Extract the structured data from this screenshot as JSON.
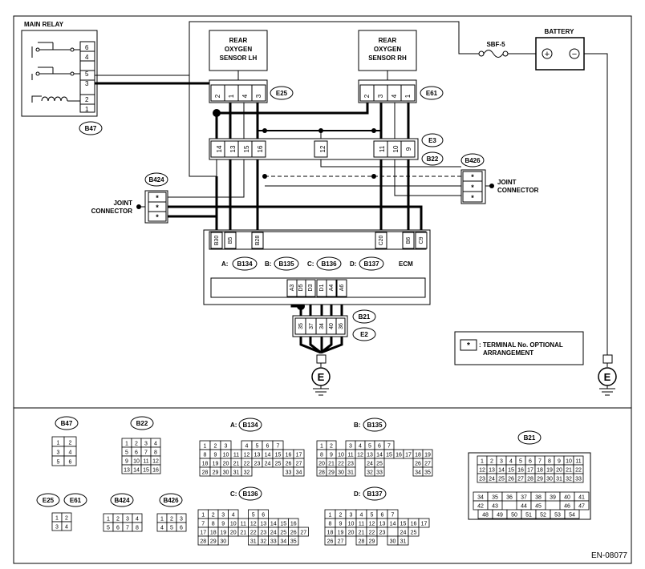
{
  "main_relay": {
    "title": "MAIN RELAY",
    "connector": "B47",
    "pins": [
      "6",
      "4",
      "5",
      "3",
      "2",
      "1"
    ]
  },
  "sensor_lh": {
    "line1": "REAR",
    "line2": "OXYGEN",
    "line3": "SENSOR LH",
    "connector": "E25",
    "pins": [
      "2",
      "1",
      "4",
      "3"
    ]
  },
  "sensor_rh": {
    "line1": "REAR",
    "line2": "OXYGEN",
    "line3": "SENSOR RH",
    "connector": "E61",
    "pins": [
      "2",
      "3",
      "4",
      "1"
    ]
  },
  "fuse": "SBF-5",
  "battery": {
    "label": "BATTERY",
    "plus": "+",
    "minus": "−"
  },
  "e3_connector": {
    "label": "E3",
    "label2": "B22",
    "pins": [
      "14",
      "13",
      "15",
      "16",
      "12",
      "11",
      "10",
      "9"
    ]
  },
  "joint_left": {
    "id": "B424",
    "line1": "JOINT",
    "line2": "CONNECTOR",
    "pins": [
      "*",
      "*",
      "*"
    ]
  },
  "joint_right": {
    "id": "B426",
    "line1": "JOINT",
    "line2": "CONNECTOR",
    "pins": [
      "*",
      "*",
      "*"
    ]
  },
  "ecm": {
    "label": "ECM",
    "top_pins": [
      "B30",
      "B5",
      "B28",
      "C20",
      "B6",
      "C9"
    ],
    "connectors": [
      {
        "letter": "A:",
        "id": "B134"
      },
      {
        "letter": "B:",
        "id": "B135"
      },
      {
        "letter": "C:",
        "id": "B136"
      },
      {
        "letter": "D:",
        "id": "B137"
      }
    ],
    "bottom_pins": [
      "A3",
      "D5",
      "D3",
      "D1",
      "A4",
      "A6"
    ]
  },
  "b21_connector": {
    "label": "B21",
    "label2": "E2",
    "pins": [
      "35",
      "37",
      "34",
      "40",
      "36"
    ]
  },
  "ground": "E",
  "legend": {
    "star": "*",
    "text1": ": TERMINAL No. OPTIONAL",
    "text2": "ARRANGEMENT"
  },
  "footer_code": "EN-08077",
  "connector_views": {
    "b47": {
      "id": "B47",
      "rows": [
        [
          "1",
          "2"
        ],
        [
          "3",
          "4"
        ],
        [
          "5",
          "6"
        ]
      ]
    },
    "b22": {
      "id": "B22",
      "rows": [
        [
          "1",
          "2",
          "3",
          "4"
        ],
        [
          "5",
          "6",
          "7",
          "8"
        ],
        [
          "9",
          "10",
          "11",
          "12"
        ],
        [
          "13",
          "14",
          "15",
          "16"
        ]
      ]
    },
    "b134": {
      "prefix": "A:",
      "id": "B134",
      "rows": [
        [
          "1",
          "2",
          "3",
          "",
          "4",
          "5",
          "6",
          "7"
        ],
        [
          "8",
          "9",
          "10",
          "11",
          "12",
          "13",
          "14",
          "15",
          "16",
          "17"
        ],
        [
          "18",
          "19",
          "20",
          "21",
          "22",
          "23",
          "24",
          "25",
          "26",
          "27"
        ],
        [
          "28",
          "29",
          "30",
          "31",
          "32",
          "",
          "",
          "",
          "33",
          "34"
        ]
      ]
    },
    "b135": {
      "prefix": "B:",
      "id": "B135",
      "rows": [
        [
          "1",
          "2",
          "",
          "3",
          "4",
          "5",
          "6",
          "7"
        ],
        [
          "8",
          "9",
          "10",
          "11",
          "12",
          "13",
          "14",
          "15",
          "16",
          "17",
          "18",
          "19"
        ],
        [
          "20",
          "21",
          "22",
          "23",
          "",
          "24",
          "25",
          "",
          "",
          "",
          "26",
          "27"
        ],
        [
          "28",
          "29",
          "30",
          "31",
          "",
          "32",
          "33",
          "",
          "",
          "",
          "34",
          "35"
        ]
      ]
    },
    "b136": {
      "prefix": "C:",
      "id": "B136",
      "rows": [
        [
          "1",
          "2",
          "3",
          "4",
          "",
          "5",
          "6"
        ],
        [
          "7",
          "8",
          "9",
          "10",
          "11",
          "12",
          "13",
          "14",
          "15",
          "16"
        ],
        [
          "17",
          "18",
          "19",
          "20",
          "21",
          "22",
          "23",
          "24",
          "25",
          "26",
          "27"
        ],
        [
          "28",
          "29",
          "30",
          "",
          "",
          "31",
          "32",
          "33",
          "34",
          "35"
        ]
      ]
    },
    "b137": {
      "prefix": "D:",
      "id": "B137",
      "rows": [
        [
          "1",
          "2",
          "3",
          "4",
          "5",
          "6",
          "7"
        ],
        [
          "8",
          "9",
          "10",
          "11",
          "12",
          "13",
          "14",
          "15",
          "16",
          "17"
        ],
        [
          "18",
          "19",
          "20",
          "21",
          "22",
          "23",
          "",
          "24",
          "25"
        ],
        [
          "26",
          "27",
          "",
          "28",
          "29",
          "",
          "30",
          "31"
        ]
      ]
    },
    "b21": {
      "id": "B21",
      "rows": [
        [
          "1",
          "2",
          "3",
          "4",
          "5",
          "6",
          "7",
          "8",
          "9",
          "10",
          "11"
        ],
        [
          "12",
          "13",
          "14",
          "15",
          "16",
          "17",
          "18",
          "19",
          "20",
          "21",
          "22"
        ],
        [
          "23",
          "24",
          "25",
          "26",
          "27",
          "28",
          "29",
          "30",
          "31",
          "32",
          "33"
        ],
        [
          "34",
          "35",
          "36",
          "37",
          "38",
          "39",
          "40",
          "41"
        ],
        [
          "42",
          "43",
          "44",
          "45",
          "46",
          "47"
        ],
        [
          "48",
          "49",
          "50",
          "51",
          "52",
          "53",
          "54"
        ]
      ]
    },
    "e25_e61": {
      "ids": [
        "E25",
        "E61"
      ],
      "rows": [
        [
          "1",
          "2"
        ],
        [
          "3",
          "4"
        ]
      ]
    },
    "b424": {
      "id": "B424",
      "rows": [
        [
          "1",
          "2",
          "3",
          "4"
        ],
        [
          "5",
          "6",
          "7",
          "8"
        ]
      ]
    },
    "b426": {
      "id": "B426",
      "rows": [
        [
          "1",
          "2",
          "3"
        ],
        [
          "4",
          "5",
          "6"
        ]
      ]
    }
  }
}
